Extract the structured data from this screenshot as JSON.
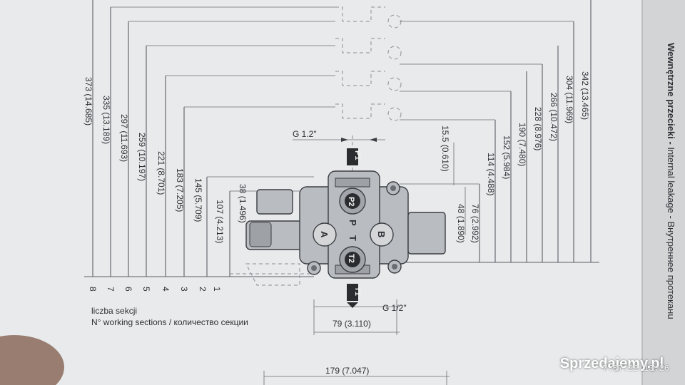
{
  "title_vertical": {
    "pl": "Wewnętrzne przecieki - ",
    "en": "Internal leakage - ",
    "ru": "Внутреннее протеканu"
  },
  "side_dims": [
    {
      "mm": "373",
      "in": "(14.685)"
    },
    {
      "mm": "335",
      "in": "(13.189)"
    },
    {
      "mm": "297",
      "in": "(11.693)"
    },
    {
      "mm": "259",
      "in": "(10.197)"
    },
    {
      "mm": "221",
      "in": "(8.701)"
    },
    {
      "mm": "183",
      "in": "(7.205)"
    },
    {
      "mm": "145",
      "in": "(5.709)"
    },
    {
      "mm": "107",
      "in": "(4.213)"
    }
  ],
  "section_numbers": [
    "8",
    "7",
    "6",
    "5",
    "4",
    "3",
    "2",
    "1"
  ],
  "right_dims": [
    {
      "mm": "342",
      "in": "(13.465)"
    },
    {
      "mm": "304",
      "in": "(11.969)"
    },
    {
      "mm": "266",
      "in": "(10.472)"
    },
    {
      "mm": "228",
      "in": "(8.976)"
    },
    {
      "mm": "190",
      "in": "(7.480)"
    },
    {
      "mm": "152",
      "in": "(5.984)"
    },
    {
      "mm": "114",
      "in": "(4.488)"
    },
    {
      "mm": "76",
      "in": "(2.992)"
    }
  ],
  "dim_38": {
    "mm": "38",
    "in": "(1.496)"
  },
  "dim_48": {
    "mm": "48",
    "in": "(1.890)"
  },
  "dim_15_5": {
    "mm": "15.5",
    "in": "(0.610)"
  },
  "dim_79": {
    "mm": "79",
    "in": "(3.110)"
  },
  "dim_179": {
    "mm": "179",
    "in": "(7.047)"
  },
  "thread_top": "G 1.2\"",
  "thread_bottom": "G 1/2\"",
  "ports": {
    "p1": "P1",
    "p2": "P2",
    "p": "P",
    "t": "T",
    "t2": "T2",
    "t1": "T1",
    "a": "A",
    "b": "B"
  },
  "caption": {
    "pl": "liczba sekcji",
    "multi": "N° working sections / количество секции"
  },
  "watermark": "Sprzedajemy.pl",
  "stamp": "7.07.22 13:26"
}
